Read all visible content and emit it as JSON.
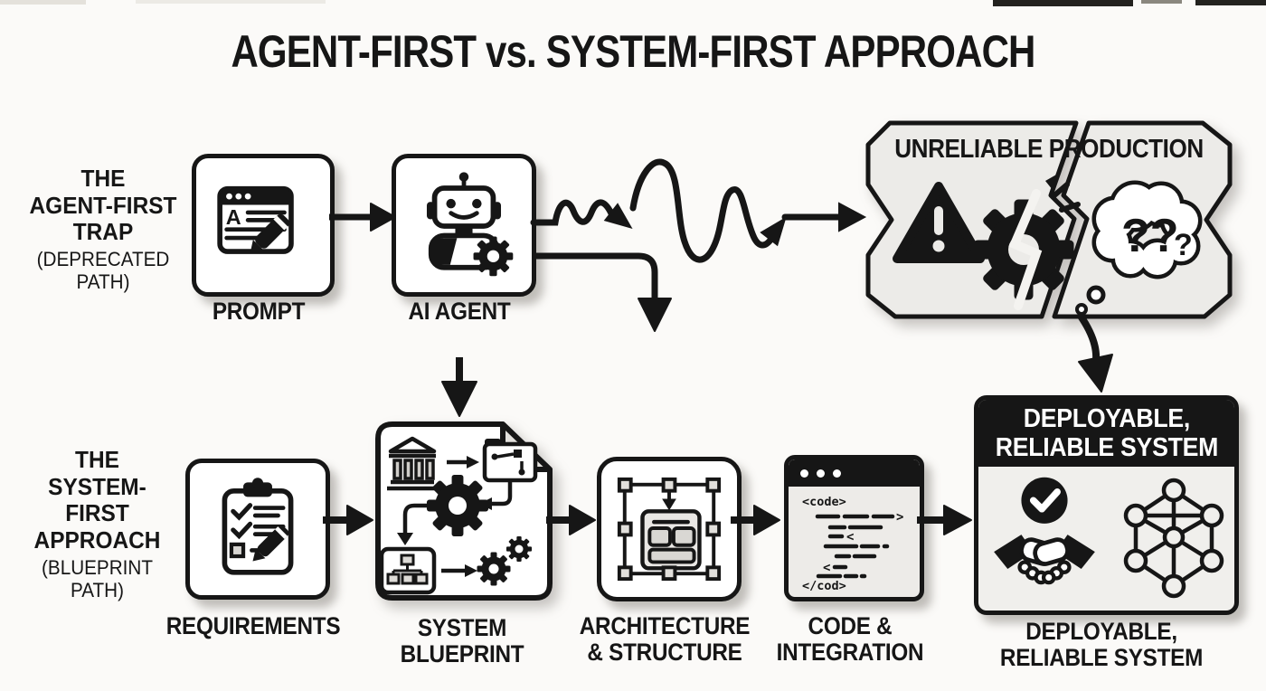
{
  "title": "AGENT-FIRST vs. SYSTEM-FIRST APPROACH",
  "colors": {
    "ink": "#161616",
    "background": "#fbfaf8",
    "panel_gray": "#ecebe8",
    "box_white": "#ffffff"
  },
  "agent_path": {
    "label": "THE\nAGENT-FIRST\nTRAP",
    "sublabel": "(DEPRECATED\nPATH)",
    "nodes": {
      "prompt": {
        "caption": "PROMPT",
        "icon": "document-pencil-icon"
      },
      "ai_agent": {
        "caption": "AI AGENT",
        "icon": "robot-gear-icon"
      },
      "unreliable": {
        "title": "UNRELIABLE PRODUCTION",
        "icons": [
          "warning-triangle-icon",
          "broken-gear-icon",
          "question-cloud-icon"
        ]
      }
    }
  },
  "system_path": {
    "label": "THE\nSYSTEM-\nFIRST\nAPPROACH",
    "sublabel": "(BLUEPRINT\nPATH)",
    "nodes": {
      "requirements": {
        "caption": "REQUIREMENTS",
        "icon": "clipboard-checklist-icon"
      },
      "blueprint": {
        "caption": "SYSTEM\nBLUEPRINT",
        "icon": "blueprint-document-icon"
      },
      "architecture": {
        "caption": "ARCHITECTURE\n& STRUCTURE",
        "icon": "wireframe-structure-icon"
      },
      "code": {
        "caption": "CODE &\nINTEGRATION",
        "icon": "code-window-icon",
        "open_tag": "<code>",
        "close_tag": "</cod>"
      },
      "deployable": {
        "header": "DEPLOYABLE,\nRELIABLE SYSTEM",
        "caption": "DEPLOYABLE,\nRELIABLE SYSTEM",
        "icons": [
          "handshake-check-icon",
          "network-graph-icon"
        ]
      }
    }
  }
}
